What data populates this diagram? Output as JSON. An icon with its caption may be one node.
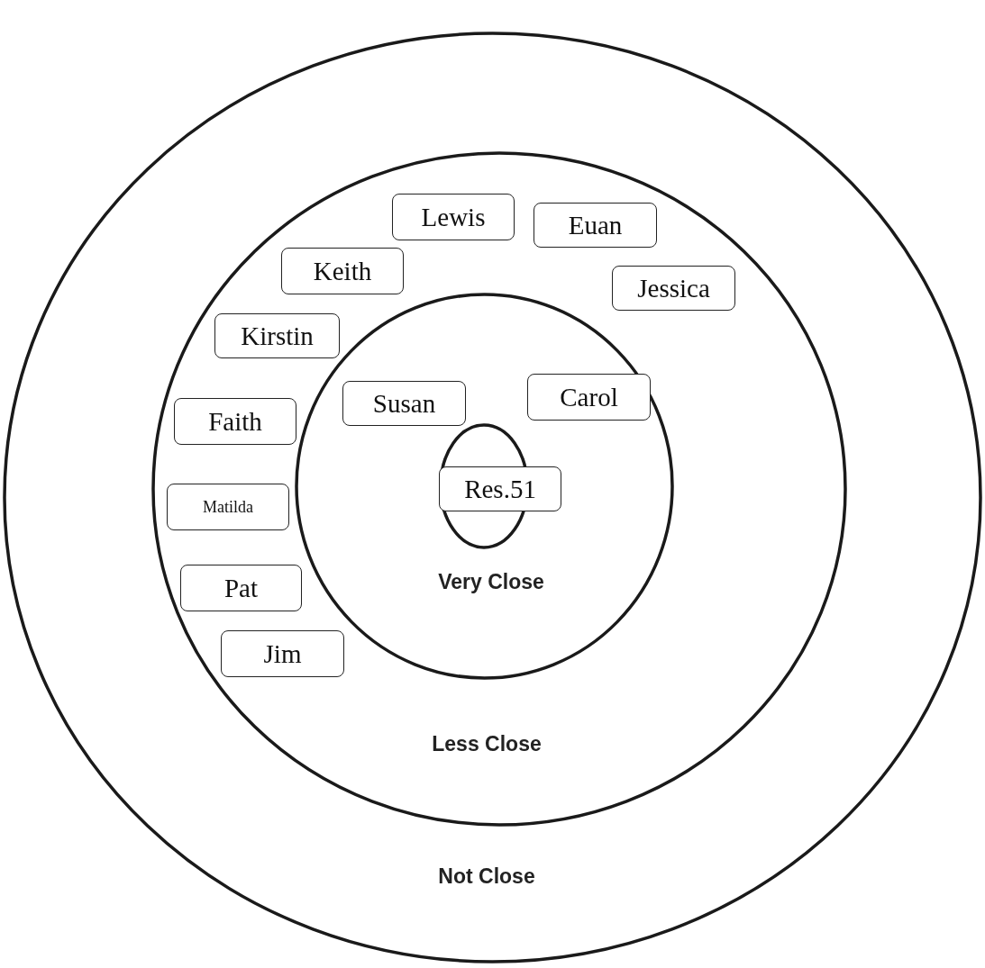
{
  "diagram": {
    "nodes": [
      {
        "text": [
          "Not Close"
        ]
      },
      {
        "text": [
          "Less Close"
        ],
        "in": 0
      },
      {
        "text": [
          "Very Close"
        ],
        "in": 1
      },
      {
        "text": [],
        "shape": "circle",
        "in": 2
      },
      {
        "text": [
          "Lewis"
        ],
        "in": 1
      },
      {
        "text": [
          "Euan"
        ],
        "in": 1
      },
      {
        "text": [
          "Keith"
        ],
        "in": 1
      },
      {
        "text": [
          "Jessica"
        ],
        "in": 1
      },
      {
        "text": [
          "Kirstin"
        ],
        "in": 1
      },
      {
        "text": [
          "Carol"
        ],
        "in": 2
      },
      {
        "text": [
          "Susan"
        ],
        "in": 2
      },
      {
        "text": [
          "Faith"
        ],
        "in": 1
      },
      {
        "text": [
          "Res.51"
        ],
        "in": 2
      },
      {
        "text": [
          "Matilda"
        ],
        "in": 1
      },
      {
        "text": [
          "Pat"
        ],
        "in": 1
      },
      {
        "text": [
          "Jim"
        ],
        "in": 1
      }
    ]
  }
}
